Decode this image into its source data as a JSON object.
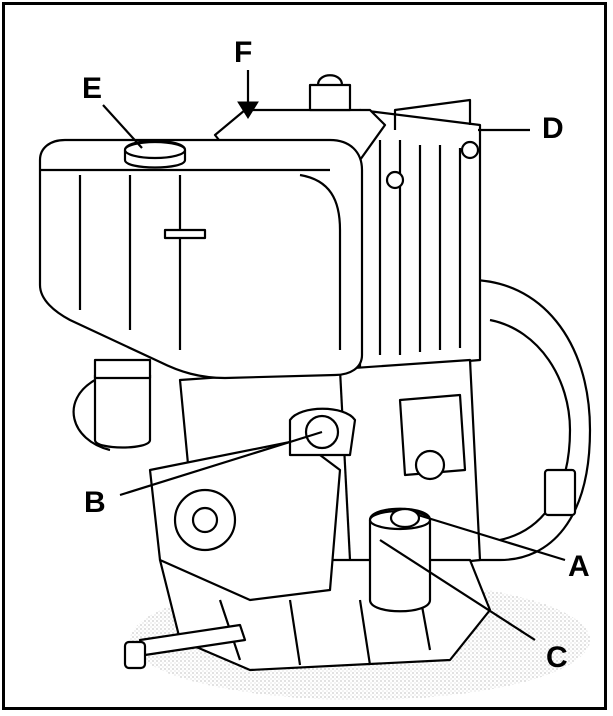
{
  "diagram": {
    "labels": {
      "a": "A",
      "b": "B",
      "c": "C",
      "d": "D",
      "e": "E",
      "f": "F"
    }
  }
}
